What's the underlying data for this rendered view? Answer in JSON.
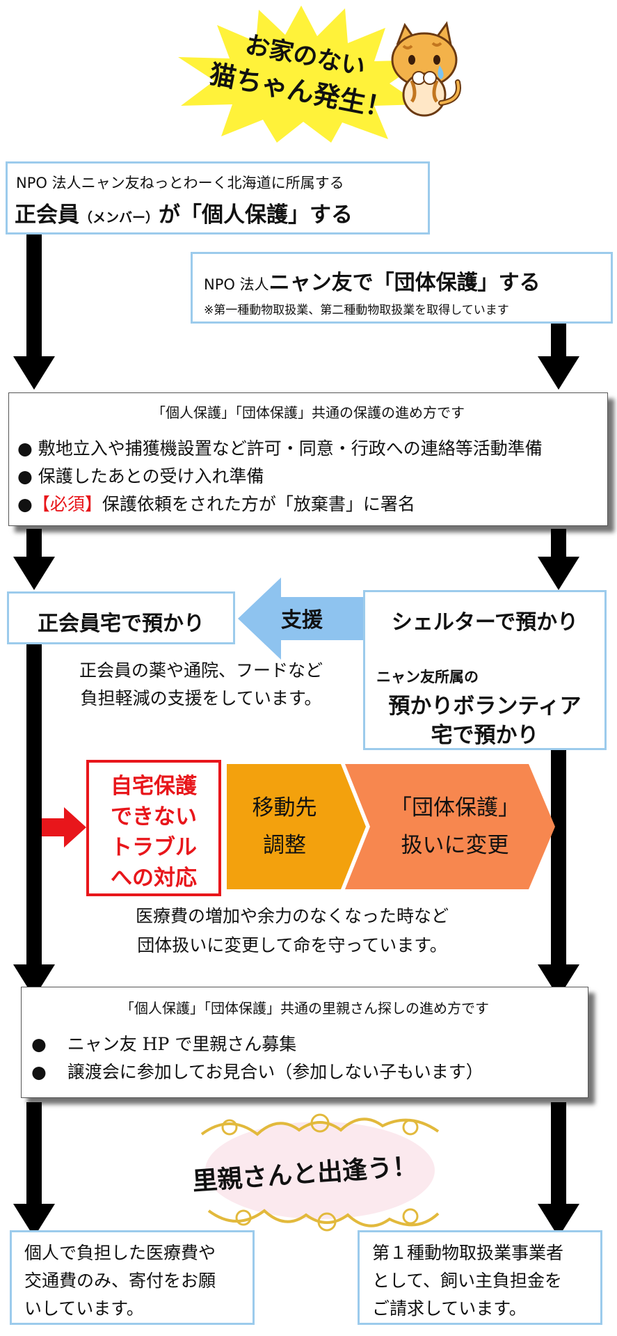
{
  "header": {
    "burst_line1": "お家のない",
    "burst_line2": "猫ちゃん発生！"
  },
  "individual": {
    "org_line": "NPO 法人ニャン友ねっとわーく北海道に所属する",
    "main_a": "正会員",
    "main_b": "（メンバー）",
    "main_c": "が「個人保護」する"
  },
  "group": {
    "prefix": "NPO 法人",
    "main": "ニャン友で「団体保護」する",
    "note": "※第一種動物取扱業、第二種動物取扱業を取得しています"
  },
  "common_steps": {
    "title": "「個人保護」「団体保護」共通の保護の進め方です",
    "bullet": "●",
    "items": [
      "敷地立入や捕獲機設置など許可・同意・行政への連絡等活動準備",
      "保護したあとの受け入れ準備"
    ],
    "required_tag": "【必須】",
    "required_text": "保護依頼をされた方が「放棄書」に署名"
  },
  "foster": {
    "member_home": "正会員宅で預かり",
    "support_label": "支援",
    "shelter": "シェルターで預かり",
    "volunteer_1": "ニャン友所属の",
    "volunteer_2": "預かりボランティア",
    "volunteer_3": "宅で預かり",
    "support_desc_1": "正会員の薬や通院、フードなど",
    "support_desc_2": "負担軽減の支援をしています。"
  },
  "trouble": {
    "box_lines": [
      "自宅保護",
      "できない",
      "トラブル",
      "への対応"
    ],
    "step1_lines": [
      "移動先",
      "調整"
    ],
    "step2_lines": [
      "「団体保護」",
      "扱いに変更"
    ],
    "desc_1": "医療費の増加や余力のなくなった時など",
    "desc_2": "団体扱いに変更して命を守っています。"
  },
  "adoption": {
    "title": "「個人保護」「団体保護」共通の里親さん探しの進め方です",
    "bullet": "●",
    "items": [
      "ニャン友 HP で里親さん募集",
      "譲渡会に参加してお見合い（参加しない子もいます）"
    ],
    "meet": "里親さんと出逢う！"
  },
  "costs": {
    "individual": [
      "個人で負担した医療費や",
      "交通費のみ、寄付をお願",
      "いしています。"
    ],
    "group": [
      "第１種動物取扱業事業者",
      "として、飼い主負担金を",
      "ご請求しています。"
    ]
  },
  "colors": {
    "box_border": "#9ccbec",
    "burst": "#fff23a",
    "support_arrow": "#8ec3ef",
    "red": "#e8161b",
    "orange_step": "#f3a10d",
    "coral_step": "#f7874f",
    "cat_orange": "#f3b24a"
  },
  "icons": {
    "cat": "crying-cat-icon",
    "burst": "starburst-shape",
    "ornament": "gold-ornament-frame"
  }
}
